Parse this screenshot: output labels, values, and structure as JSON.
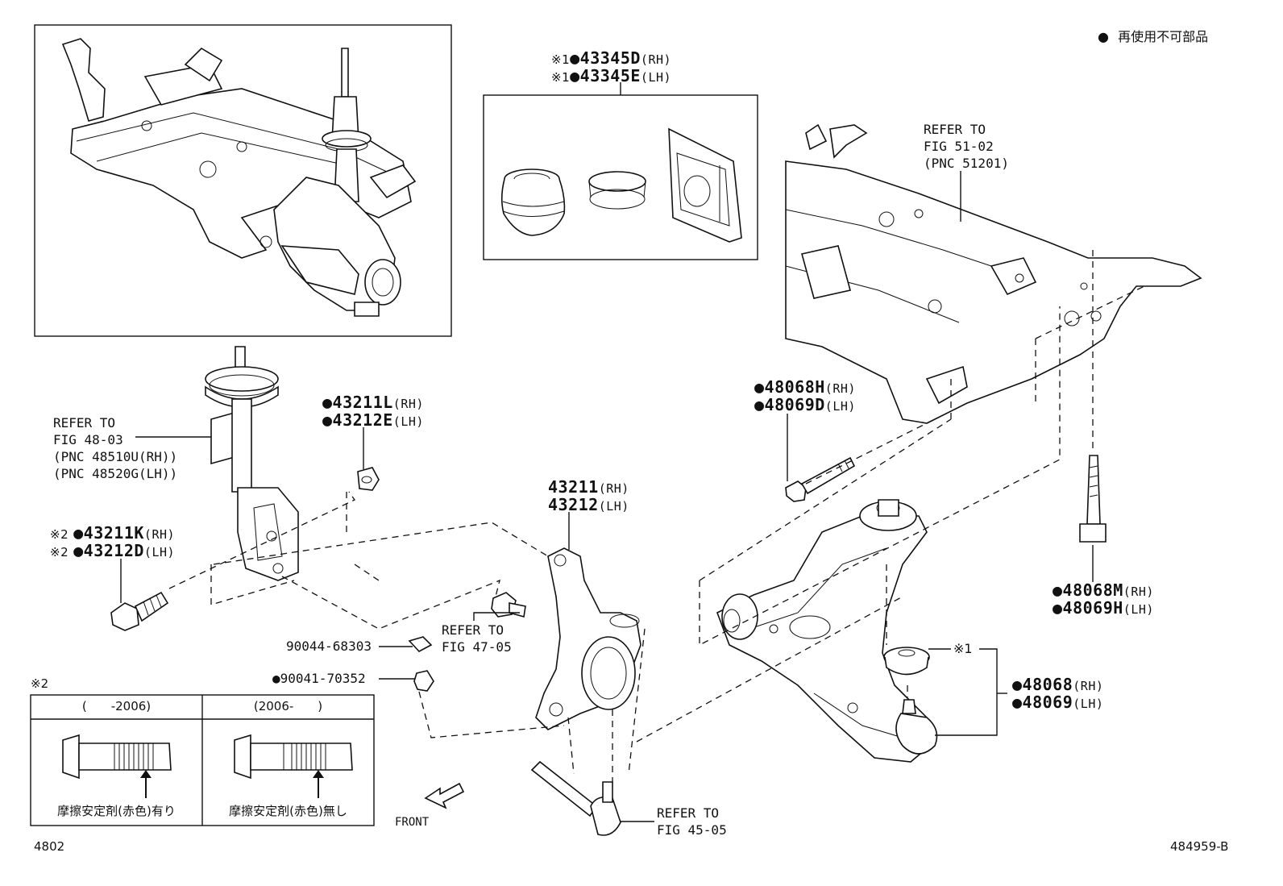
{
  "legend": {
    "bullet": "●",
    "text": "再使用不可部品"
  },
  "marks": {
    "bullet": "●",
    "note1": "※1",
    "note2": "※2"
  },
  "labels": {
    "l43345d": {
      "code": "43345D",
      "side": "(RH)"
    },
    "l43345e": {
      "code": "43345E",
      "side": "(LH)"
    },
    "refer5102": [
      "REFER TO",
      "FIG 51-02",
      "(PNC 51201)"
    ],
    "refer4803": [
      "REFER TO",
      "FIG 48-03",
      "(PNC 48510U(RH))",
      "(PNC 48520G(LH))"
    ],
    "l43211l": {
      "code": "43211L",
      "side": "(RH)"
    },
    "l43212e": {
      "code": "43212E",
      "side": "(LH)"
    },
    "l48068h": {
      "code": "48068H",
      "side": "(RH)"
    },
    "l48069d": {
      "code": "48069D",
      "side": "(LH)"
    },
    "l43211k": {
      "code": "43211K",
      "side": "(RH)"
    },
    "l43212d": {
      "code": "43212D",
      "side": "(LH)"
    },
    "l43211": {
      "code": "43211",
      "side": "(RH)"
    },
    "l43212": {
      "code": "43212",
      "side": "(LH)"
    },
    "l48068m": {
      "code": "48068M",
      "side": "(RH)"
    },
    "l48069h": {
      "code": "48069H",
      "side": "(LH)"
    },
    "l90044": "90044-68303",
    "l90041": "90041-70352",
    "refer4705": [
      "REFER TO",
      "FIG 47-05"
    ],
    "l48068": {
      "code": "48068",
      "side": "(RH)"
    },
    "l48069": {
      "code": "48069",
      "side": "(LH)"
    },
    "refer4505": [
      "REFER TO",
      "FIG 45-05"
    ],
    "front": "FRONT"
  },
  "table": {
    "col1_header": "(　　-2006)",
    "col2_header": "(2006-　　)",
    "col1_caption": "摩擦安定剤(赤色)有り",
    "col2_caption": "摩擦安定剤(赤色)無し"
  },
  "footer": {
    "left": "4802",
    "right": "484959-B"
  }
}
